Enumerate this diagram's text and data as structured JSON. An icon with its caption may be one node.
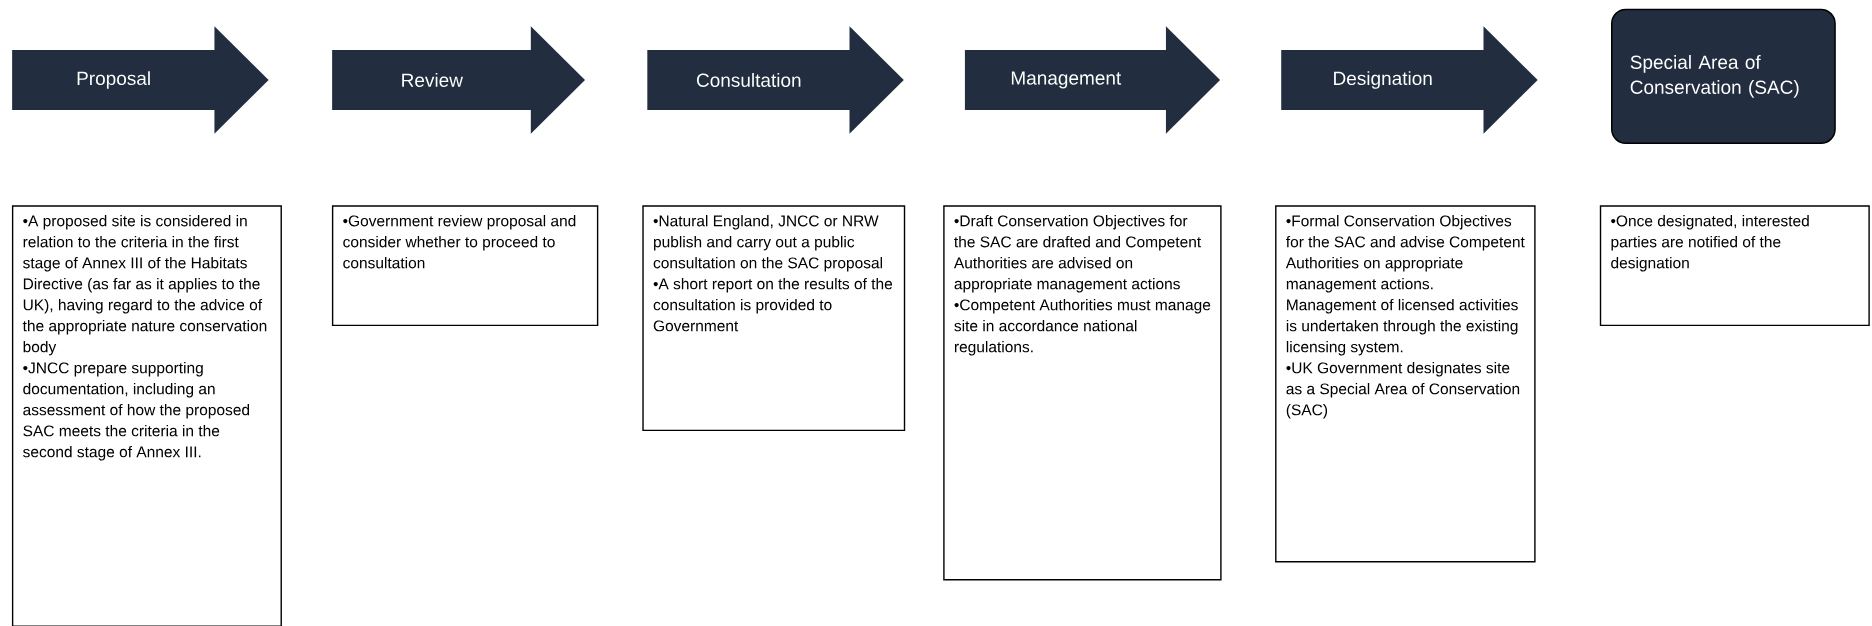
{
  "diagram": {
    "nodes": [
      {
        "text": [
          "Proposal"
        ]
      },
      {
        "text": [
          "Review"
        ]
      },
      {
        "text": [
          "Consultation"
        ]
      },
      {
        "text": [
          "Management"
        ]
      },
      {
        "text": [
          "Designation"
        ]
      },
      {
        "text": [
          "Special Area of Conservation (SAC)"
        ]
      },
      {
        "text": [
          "•A proposed site is considered in relation to the criteria in the first stage of Annex III of the Habitats Directive (as far as it applies to the UK), having regard to the advice of the appropriate nature conservation body",
          "•JNCC prepare supporting documentation, including an assessment of how the proposed SAC meets the criteria in the second stage of Annex III."
        ]
      },
      {
        "text": [
          "•Government review proposal and consider whether to proceed to consultation"
        ]
      },
      {
        "text": [
          "•Natural England, JNCC or NRW publish and carry out a public consultation on the SAC proposal",
          "•A short report on the results of the consultation is provided to Government"
        ]
      },
      {
        "text": [
          "•Draft Conservation Objectives for the SAC are drafted and Competent Authorities are advised on appropriate management actions",
          "•Competent Authorities must manage site in accordance national regulations."
        ]
      },
      {
        "text": [
          "•Formal Conservation Objectives for the SAC and advise Competent Authorities on appropriate management actions.  Management of licensed activities is undertaken through the existing licensing system.",
          "•UK Government designates site as a Special Area of Conservation (SAC)"
        ]
      },
      {
        "text": [
          "•Once designated, interested parties are notified of the designation"
        ]
      }
    ]
  }
}
